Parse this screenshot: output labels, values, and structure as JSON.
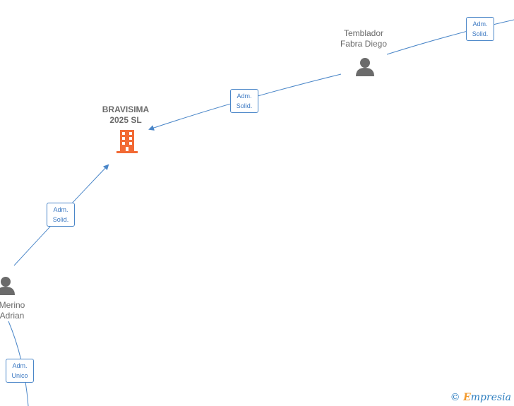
{
  "nodes": {
    "company": {
      "line1": "BRAVISIMA",
      "line2": "2025  SL",
      "icon": "building-icon",
      "color": "#f26a35"
    },
    "person_top": {
      "line1": "Temblador",
      "line2": "Fabra Diego",
      "icon": "person-icon"
    },
    "person_left": {
      "line1": "Merino",
      "line2": "Adrian",
      "icon": "person-icon"
    }
  },
  "edges": [
    {
      "id": "top-right",
      "line1": "Adm.",
      "line2": "Solid."
    },
    {
      "id": "top-to-company",
      "line1": "Adm.",
      "line2": "Solid."
    },
    {
      "id": "left-to-company",
      "line1": "Adm.",
      "line2": "Solid."
    },
    {
      "id": "bottom-left",
      "line1": "Adm.",
      "line2": "Unico"
    }
  ],
  "colors": {
    "edge": "#4a86c8",
    "person": "#6b6b6b"
  },
  "watermark": {
    "symbol": "©",
    "brand_initial": "E",
    "brand_rest": "mpresia"
  }
}
